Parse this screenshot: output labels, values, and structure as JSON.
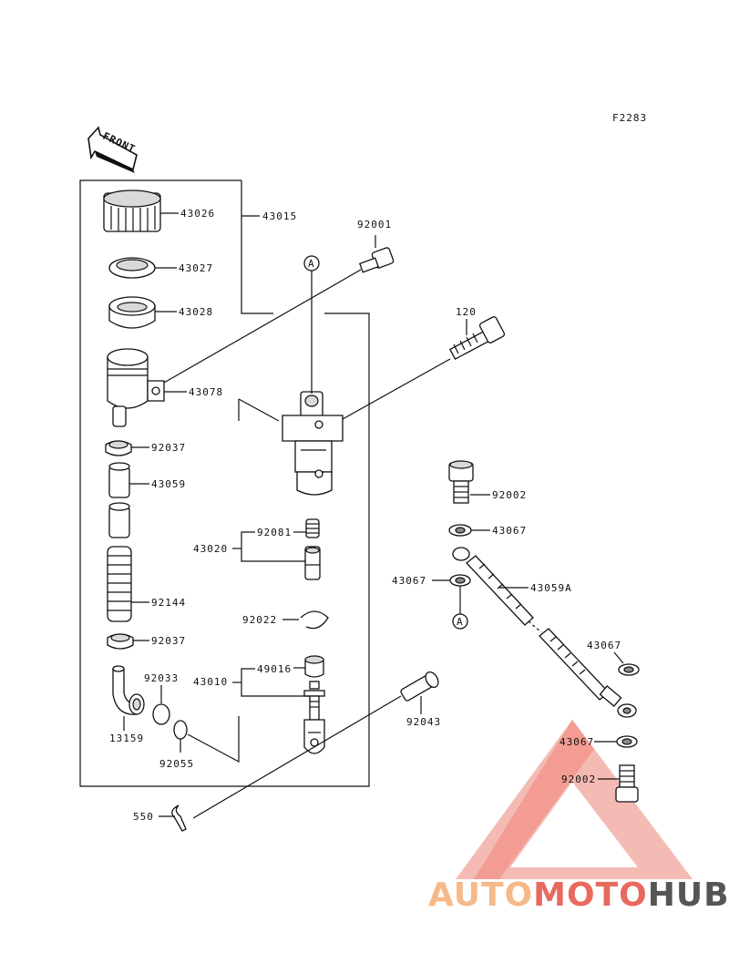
{
  "figure_code": "F2283",
  "front_label": "FRONT",
  "ref_marker": "A",
  "watermark": {
    "part1": "AUTO",
    "part2": "MOTO",
    "part3": "HUB",
    "color1": "#f5b98a",
    "color2": "#e86a5f",
    "color3": "#555555"
  },
  "parts": {
    "p43026": "43026",
    "p43015": "43015",
    "p92001": "92001",
    "p43027": "43027",
    "p43028": "43028",
    "p120": "120",
    "p43078": "43078",
    "p92037a": "92037",
    "p43059": "43059",
    "p92002a": "92002",
    "p43067a": "43067",
    "p92081": "92081",
    "p43020": "43020",
    "p43067b": "43067",
    "p43059A": "43059A",
    "p92144": "92144",
    "p92022": "92022",
    "p92037b": "92037",
    "p43067c": "43067",
    "p49016": "49016",
    "p92033": "92033",
    "p43010": "43010",
    "p92043": "92043",
    "p13159": "13159",
    "p92055": "92055",
    "p43067d": "43067",
    "p92002b": "92002",
    "p550": "550"
  }
}
